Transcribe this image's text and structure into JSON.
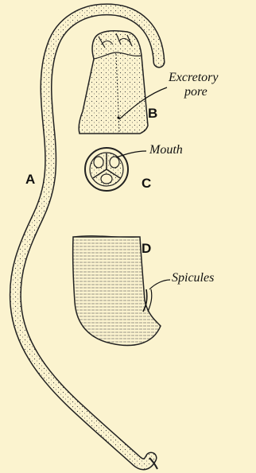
{
  "figure": {
    "panels": {
      "a": "A",
      "b": "B",
      "c": "C",
      "d": "D"
    },
    "labels": {
      "excretory_pore_line1": "Excretory",
      "excretory_pore_line2": "pore",
      "mouth": "Mouth",
      "spicules": "Spicules"
    }
  }
}
